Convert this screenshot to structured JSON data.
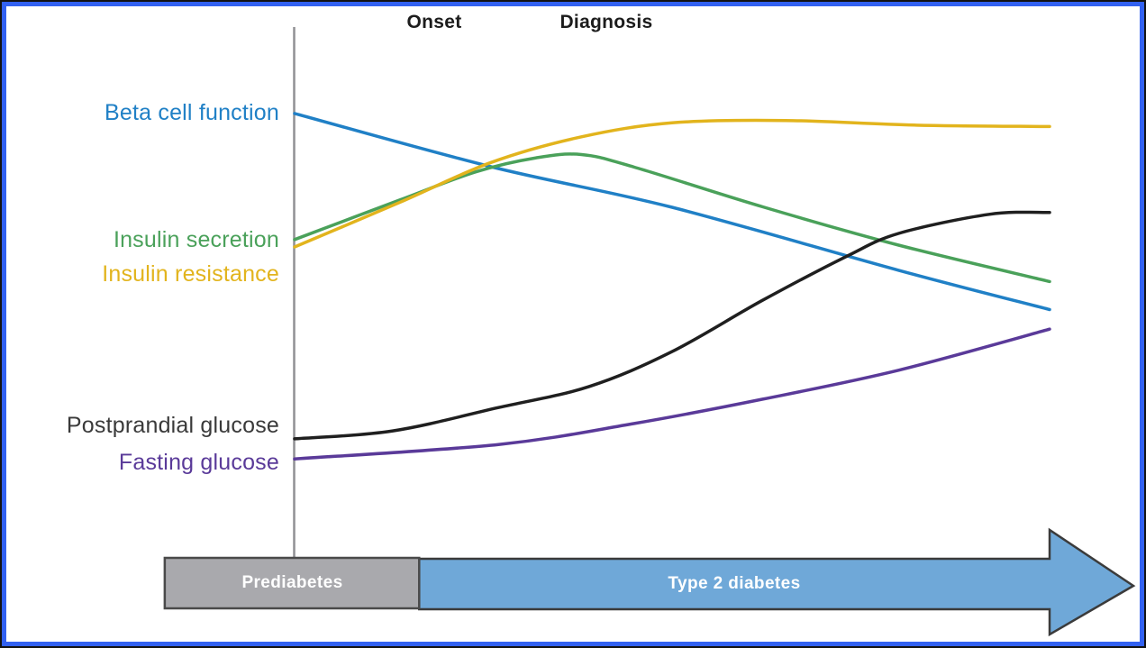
{
  "page": {
    "background": "#ffffff",
    "frame_outer_color": "#121212",
    "frame_color": "#3261f1"
  },
  "axis": {
    "color": "#909094"
  },
  "annotations": {
    "onset": "Onset",
    "diagnosis": "Diagnosis"
  },
  "timeline": {
    "arrow_stroke": "#3b3b3b",
    "box_stroke": "#4a4a4a"
  },
  "chart_data": {
    "type": "line",
    "title": "",
    "xlabel": "",
    "ylabel": "",
    "x_range": [
      0,
      100
    ],
    "y_range": [
      0,
      100
    ],
    "grid": false,
    "legend_position": "left-of-curve-start",
    "x_axis_annotations": [
      {
        "label": "Onset",
        "x": 18.5
      },
      {
        "label": "Diagnosis",
        "x": 41.3
      }
    ],
    "phases": [
      {
        "label": "Prediabetes",
        "x_start": -17.2,
        "x_end": 16.5,
        "fill": "#a9a9ad",
        "text_color": "#ffffff"
      },
      {
        "label": "Type 2 diabetes",
        "x_start": 16.5,
        "x_end": 100,
        "fill": "#6fa8d8",
        "text_color": "#ffffff"
      }
    ],
    "series": [
      {
        "name": "Beta cell function",
        "color": "#2080c6",
        "points": [
          [
            0,
            95
          ],
          [
            26,
            83.6
          ],
          [
            50,
            74.9
          ],
          [
            80,
            61.4
          ],
          [
            100,
            53
          ]
        ]
      },
      {
        "name": "Insulin secretion",
        "color": "#4aa15a",
        "points": [
          [
            0,
            68
          ],
          [
            14,
            76.5
          ],
          [
            24,
            82.5
          ],
          [
            32,
            85.5
          ],
          [
            38,
            86.2
          ],
          [
            45,
            83.5
          ],
          [
            62,
            75
          ],
          [
            80,
            66.8
          ],
          [
            100,
            59
          ]
        ]
      },
      {
        "name": "Insulin resistance",
        "color": "#e2b41d",
        "points": [
          [
            0,
            66.4
          ],
          [
            14,
            76
          ],
          [
            26,
            84.5
          ],
          [
            38,
            90
          ],
          [
            50,
            93
          ],
          [
            65,
            93.5
          ],
          [
            82,
            92.5
          ],
          [
            100,
            92.2
          ]
        ]
      },
      {
        "name": "Postprandial glucose",
        "color": "#1f1f1f",
        "label_color": "#3a3a3a",
        "points": [
          [
            0,
            25.3
          ],
          [
            13,
            27
          ],
          [
            27,
            32
          ],
          [
            39,
            36.5
          ],
          [
            50,
            44
          ],
          [
            62,
            55
          ],
          [
            73,
            64.3
          ],
          [
            80,
            69.3
          ],
          [
            92,
            73.4
          ],
          [
            100,
            73.8
          ]
        ]
      },
      {
        "name": "Fasting glucose",
        "color": "#5a3a99",
        "points": [
          [
            0,
            21
          ],
          [
            27,
            24.1
          ],
          [
            45,
            28.6
          ],
          [
            62,
            33.8
          ],
          [
            80,
            40
          ],
          [
            100,
            48.8
          ]
        ]
      }
    ]
  }
}
